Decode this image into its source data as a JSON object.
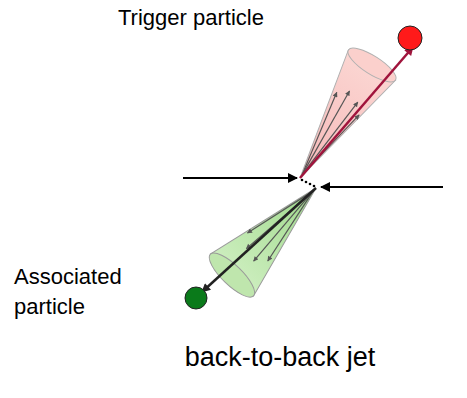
{
  "diagram": {
    "caption": "back-to-back jet",
    "labels": [
      "Trigger particle",
      "Associated particle"
    ]
  }
}
